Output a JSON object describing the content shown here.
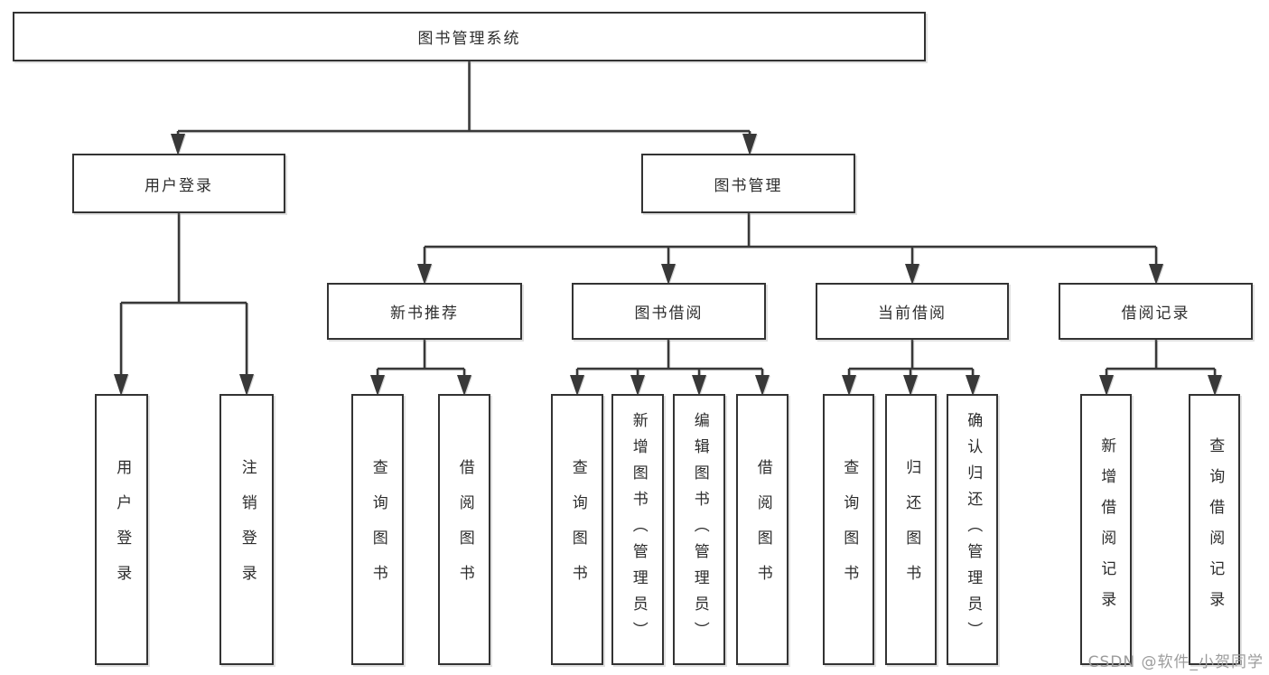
{
  "tree": {
    "root": "图书管理系统",
    "login": {
      "label": "用户登录",
      "children": [
        "用户登录",
        "注销登录"
      ]
    },
    "manage": {
      "label": "图书管理",
      "groups": [
        {
          "label": "新书推荐",
          "children": [
            "查询图书",
            "借阅图书"
          ]
        },
        {
          "label": "图书借阅",
          "children": [
            "查询图书",
            "新增图书（管理员）",
            "编辑图书（管理员）",
            "借阅图书"
          ]
        },
        {
          "label": "当前借阅",
          "children": [
            "查询图书",
            "归还图书",
            "确认归还（管理员）"
          ]
        },
        {
          "label": "借阅记录",
          "children": [
            "新增借阅记录",
            "查询借阅记录"
          ]
        }
      ]
    }
  },
  "watermark": "CSDN @软件_小贺同学",
  "colors": {
    "line": "#383838",
    "border": "#333333",
    "text": "#2d2d2d",
    "background": "#ffffff",
    "watermark": "#9c9c9c"
  }
}
